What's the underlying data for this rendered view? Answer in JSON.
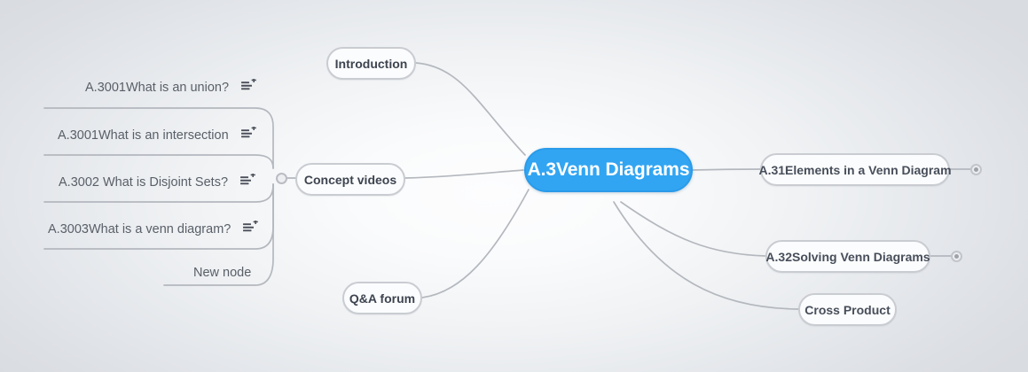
{
  "canvas": {
    "background_edge_color": "#dcdfe4",
    "background_center_color": "#fdfdfe",
    "link_color": "#b4b8be"
  },
  "root": {
    "label": "A.3Venn Diagrams",
    "fill_color": "#31a5f2",
    "text_color": "#ffffff"
  },
  "left_branches": [
    {
      "label": "Introduction"
    },
    {
      "label": "Concept videos"
    },
    {
      "label": "Q&A forum"
    }
  ],
  "concept_videos_children": [
    {
      "label": "A.3001What is an union?",
      "note_icon": "add-note-icon"
    },
    {
      "label": "A.3001What is an intersection",
      "note_icon": "add-note-icon"
    },
    {
      "label": "A.3002 What is Disjoint Sets?",
      "note_icon": "add-note-icon"
    },
    {
      "label": "A.3003What is a venn diagram?",
      "note_icon": "add-note-icon"
    },
    {
      "label": "New node",
      "note_icon": null
    }
  ],
  "right_branches": [
    {
      "label": "A.31Elements in a Venn Diagram",
      "has_collapse_dot": true
    },
    {
      "label": "A.32Solving Venn Diagrams",
      "has_collapse_dot": true
    },
    {
      "label": "Cross Product",
      "has_collapse_dot": false
    }
  ],
  "icons": {
    "collapse_hollow": "collapse-circle-icon",
    "expand_dot": "expand-circle-icon"
  }
}
